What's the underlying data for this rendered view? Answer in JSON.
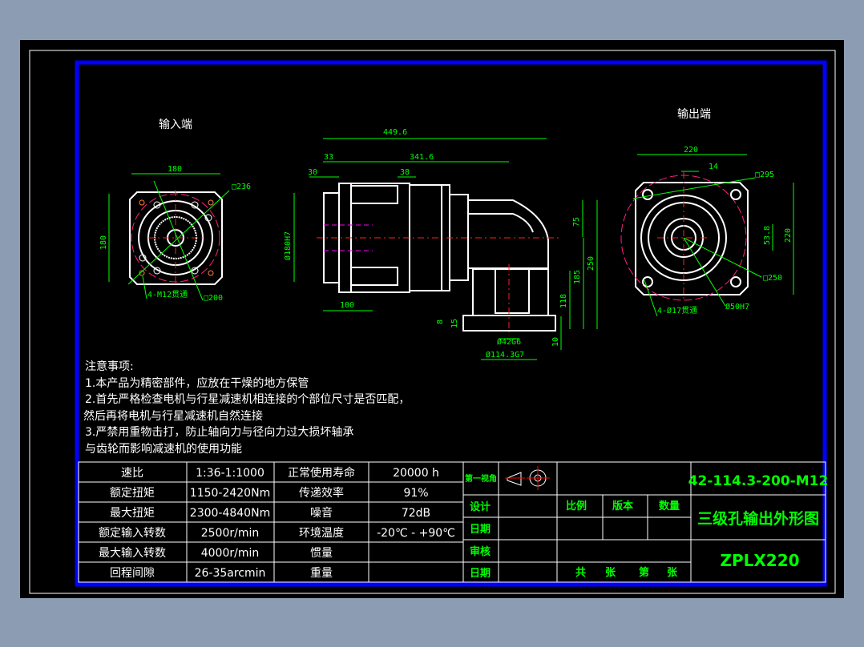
{
  "colors": {
    "background": "#8c9cb3",
    "sheet": "#000000",
    "frame": "#ffffff",
    "border": "#0000ff",
    "dimension": "#00ff00",
    "centerline": "#ff2020",
    "hidden": "#ff00ff"
  },
  "views": {
    "input_label": "输入端",
    "output_label": "输出端"
  },
  "input_dims": {
    "width": "180",
    "height": "180",
    "bolt_circle": "□236",
    "pilot": "□200",
    "holes": "4-M12贯通"
  },
  "side_dims": {
    "overall": "449.6",
    "length": "341.6",
    "d33": "33",
    "d30": "30",
    "d38": "38",
    "pilot_dia": "Ø180H7",
    "d100": "100",
    "d75": "75",
    "d250": "250",
    "d185": "185",
    "d118": "118",
    "d10": "10",
    "d15": "15",
    "d8": "8",
    "bore": "Ø42G6",
    "spigot": "Ø114.3G7"
  },
  "output_dims": {
    "width": "220",
    "key": "14",
    "corner": "□295",
    "keyway": "53.8",
    "height": "220",
    "flange": "□250",
    "bore": "Ø50H7",
    "holes": "4-Ø17贯通"
  },
  "notes": {
    "title": "注意事项:",
    "lines": [
      "1.本产品为精密部件，应放在干燥的地方保管",
      "2.首先严格检查电机与行星减速机相连接的个部位尺寸是否匹配，",
      "然后再将电机与行星减速机自然连接",
      "3.严禁用重物击打，防止轴向力与径向力过大损坏轴承",
      "与齿轮而影响减速机的使用功能"
    ]
  },
  "spec_table": {
    "rows": [
      [
        "速比",
        "1:36-1:1000",
        "正常使用寿命",
        "20000 h"
      ],
      [
        "额定扭矩",
        "1150-2420Nm",
        "传递效率",
        "91%"
      ],
      [
        "最大扭矩",
        "2300-4840Nm",
        "噪音",
        "72dB"
      ],
      [
        "额定输入转数",
        "2500r/min",
        "环境温度",
        "-20℃ - +90℃"
      ],
      [
        "最大输入转数",
        "4000r/min",
        "惯量",
        ""
      ],
      [
        "回程间隙",
        "26-35arcmin",
        "重量",
        ""
      ]
    ]
  },
  "title_block": {
    "projection": "第一视角",
    "design": "设计",
    "date1": "日期",
    "review": "审核",
    "date2": "日期",
    "scale": "比例",
    "version": "版本",
    "quantity": "数量",
    "total": "共",
    "sheet1": "张",
    "page": "第",
    "sheet2": "张",
    "drawing_no": "42-114.3-200-M12",
    "drawing_title": "三级孔输出外形图",
    "model": "ZPLX220"
  }
}
